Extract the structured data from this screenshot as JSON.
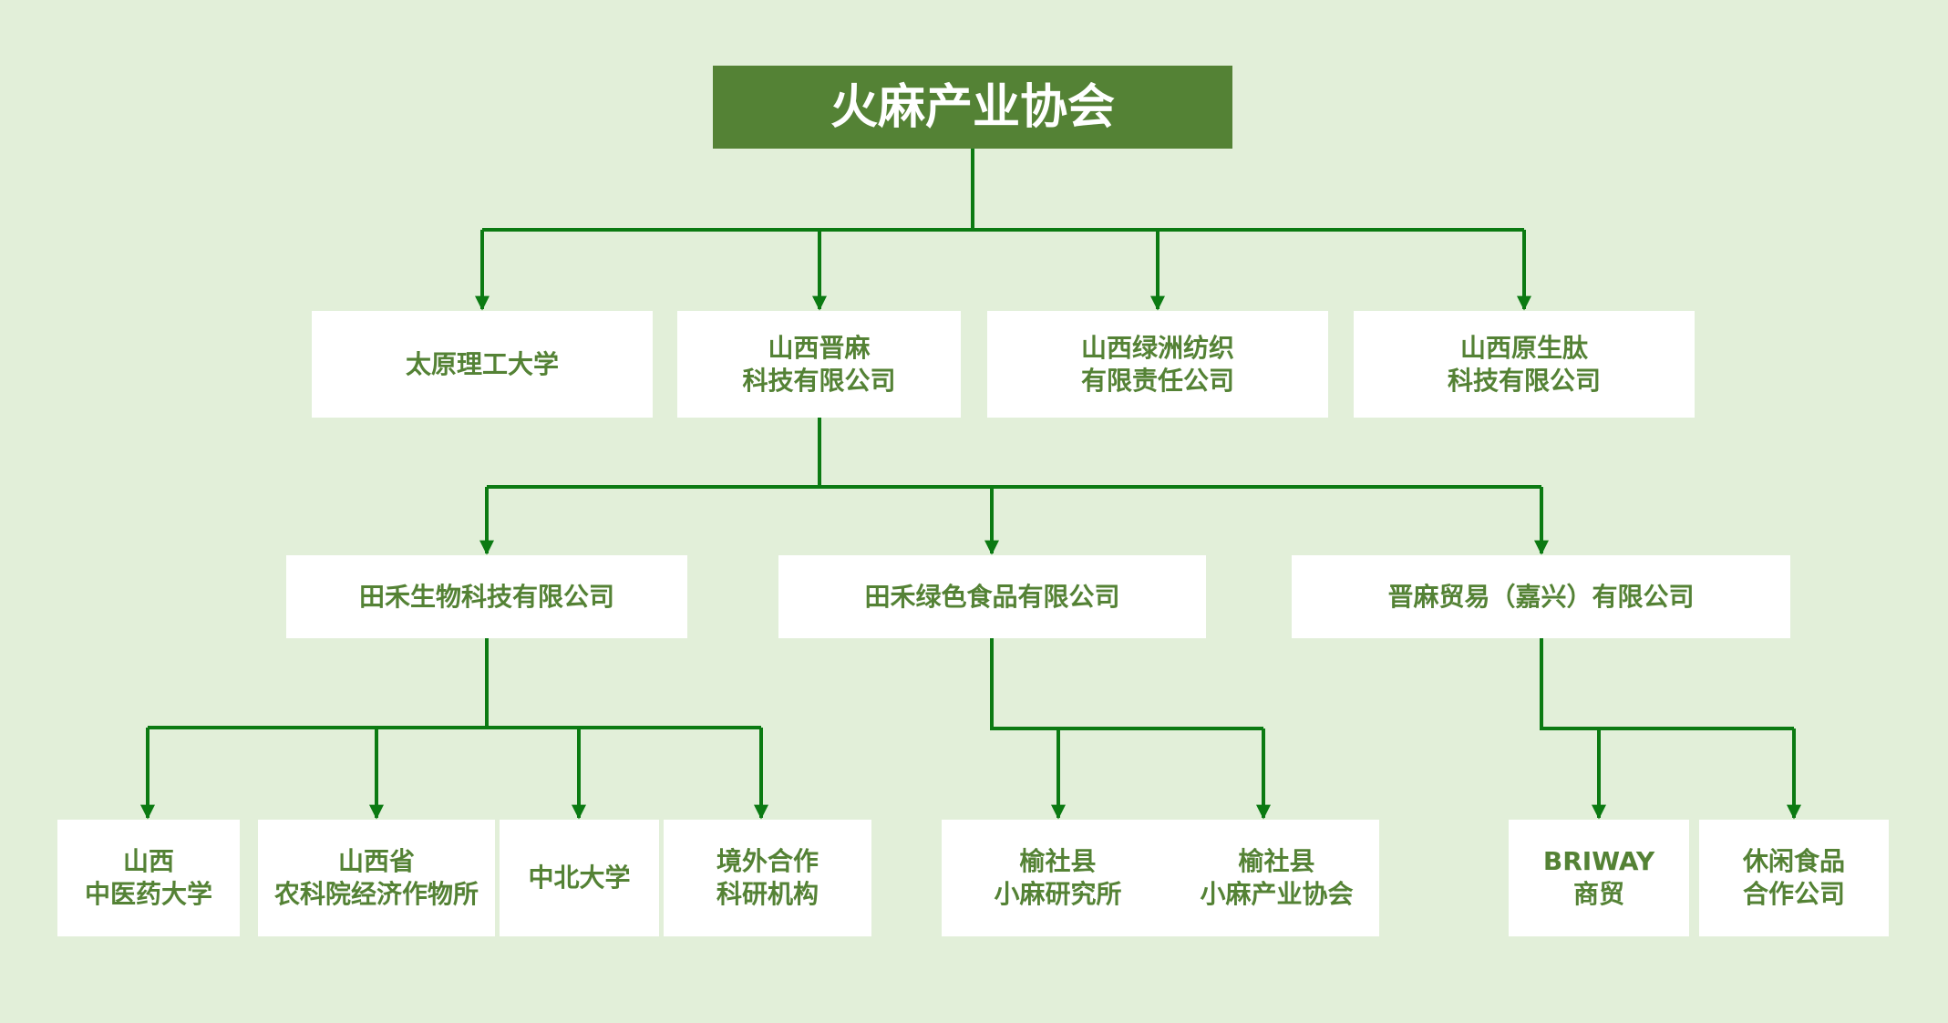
{
  "colors": {
    "background": "#e2efd9",
    "root_fill": "#548235",
    "box_fill": "#ffffff",
    "box_text": "#548235",
    "connector": "#0b7a12"
  },
  "root": {
    "lines": [
      "火麻产业协会"
    ]
  },
  "level1": [
    {
      "lines": [
        "太原理工大学"
      ]
    },
    {
      "lines": [
        "山西晋麻",
        "科技有限公司"
      ]
    },
    {
      "lines": [
        "山西绿洲纺织",
        "有限责任公司"
      ]
    },
    {
      "lines": [
        "山西原生肽",
        "科技有限公司"
      ]
    }
  ],
  "level2": [
    {
      "lines": [
        "田禾生物科技有限公司"
      ]
    },
    {
      "lines": [
        "田禾绿色食品有限公司"
      ]
    },
    {
      "lines": [
        "晋麻贸易（嘉兴）有限公司"
      ]
    }
  ],
  "level3": [
    {
      "lines": [
        "山西",
        "中医药大学"
      ]
    },
    {
      "lines": [
        "山西省",
        "农科院经济作物所"
      ]
    },
    {
      "lines": [
        "中北大学"
      ]
    },
    {
      "lines": [
        "境外合作",
        "科研机构"
      ]
    },
    {
      "lines": [
        "榆社县",
        "小麻研究所"
      ]
    },
    {
      "lines": [
        "榆社县",
        "小麻产业协会"
      ]
    },
    {
      "lines": [
        "BRIWAY",
        "商贸"
      ]
    },
    {
      "lines": [
        "休闲食品",
        "合作公司"
      ]
    }
  ]
}
